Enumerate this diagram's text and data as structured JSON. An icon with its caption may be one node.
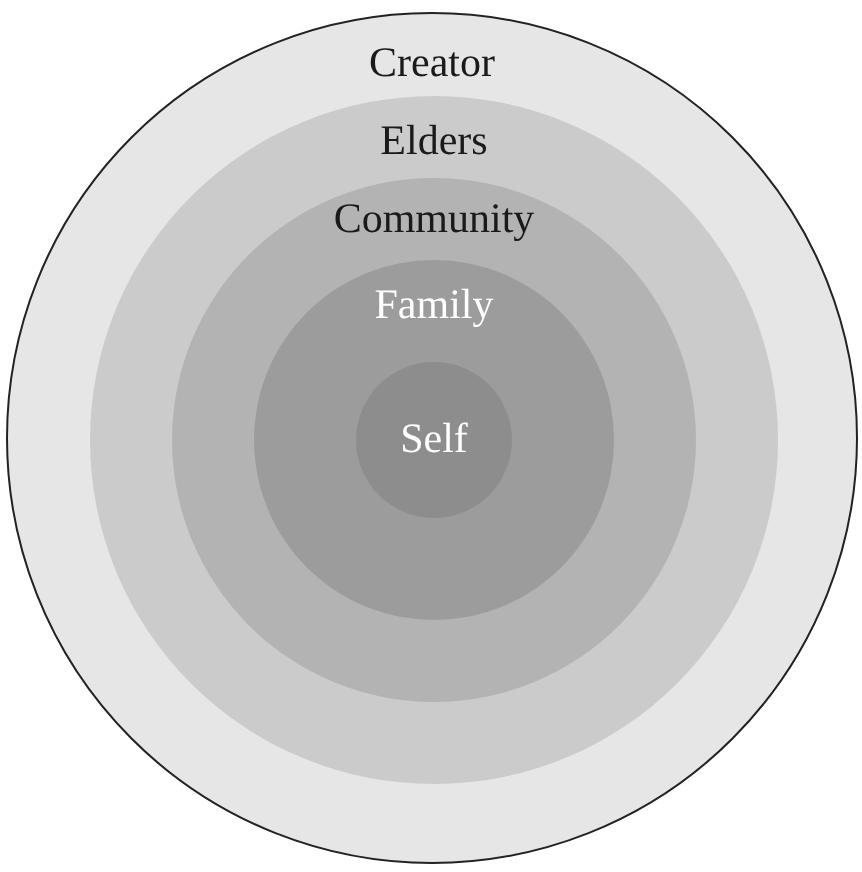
{
  "diagram": {
    "nodes": [
      {
        "text": [
          "Creator"
        ]
      },
      {
        "text": [
          "Elders"
        ],
        "in": 0
      },
      {
        "text": [
          "Community"
        ],
        "in": 1
      },
      {
        "text": [
          "Family"
        ],
        "in": 2
      },
      {
        "text": [
          "Self"
        ],
        "in": 3
      }
    ]
  }
}
